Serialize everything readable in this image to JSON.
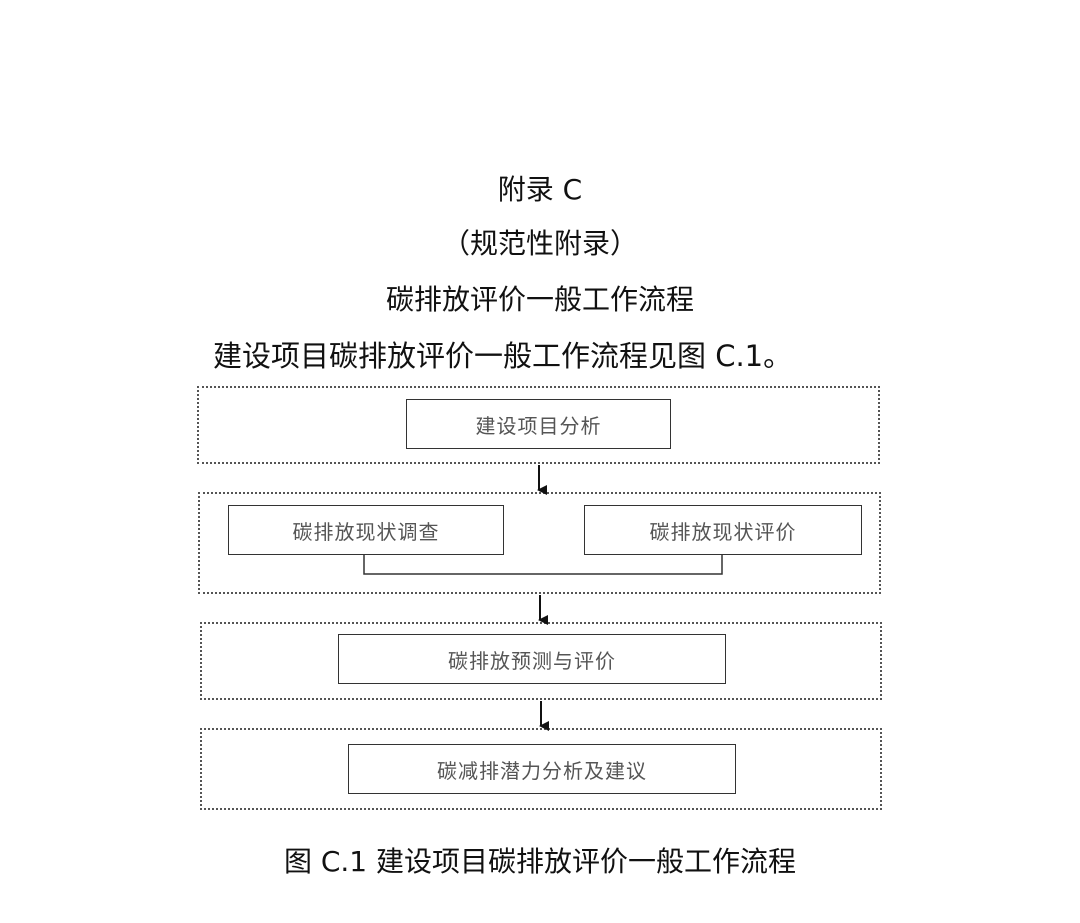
{
  "header": {
    "appendix": "附录 C",
    "normative": "（规范性附录）",
    "title": "碳排放评价一般工作流程",
    "intro": "建设项目碳排放评价一般工作流程见图 C.1。"
  },
  "flow": {
    "step1": "建设项目分析",
    "step2a": "碳排放现状调查",
    "step2b": "碳排放现状评价",
    "step3": "碳排放预测与评价",
    "step4": "碳减排潜力分析及建议"
  },
  "caption": "图 C.1  建设项目碳排放评价一般工作流程"
}
